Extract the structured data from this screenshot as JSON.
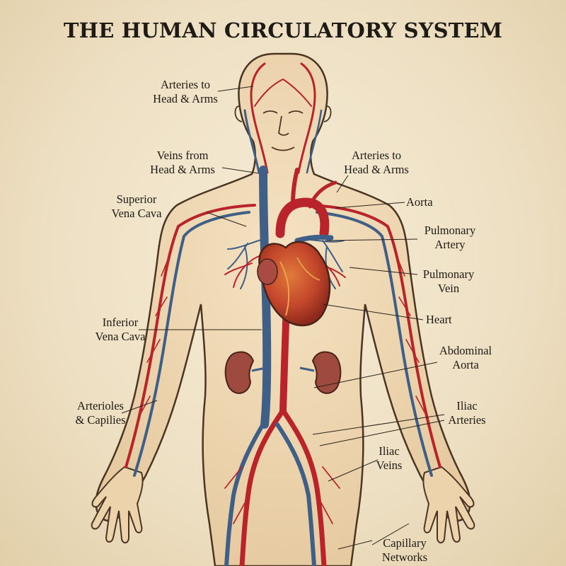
{
  "title": "THE HUMAN CIRCULATORY SYSTEM",
  "labels": {
    "arteries_head_arms_top": [
      "Arteries to",
      "Head & Arms"
    ],
    "veins_head_arms": [
      "Veins from",
      "Head & Arms"
    ],
    "arteries_head_arms_right": [
      "Arteries to",
      "Head & Arms"
    ],
    "superior_vena_cava": [
      "Superior",
      "Vena Cava"
    ],
    "aorta": "Aorta",
    "pulmonary_artery": [
      "Pulmonary",
      "Artery"
    ],
    "pulmonary_vein": [
      "Pulmonary",
      "Vein"
    ],
    "heart": "Heart",
    "inferior_vena_cava": [
      "Inferior",
      "Vena Cava"
    ],
    "abdominal_aorta": [
      "Abdominal",
      "Aorta"
    ],
    "arterioles_capilies": [
      "Arterioles",
      "& Capilies"
    ],
    "iliac_arteries": [
      "Iliac",
      "Arteries"
    ],
    "iliac_veins": [
      "Iliac",
      "Veins"
    ],
    "capillary_networks": [
      "Capillary",
      "Networks"
    ]
  },
  "colors": {
    "artery": "#b8242a",
    "vein": "#3f5f86",
    "skin": "#efd7b2",
    "outline": "#4a3522",
    "heart": "#c4472c",
    "kidney": "#9e4a3e"
  }
}
